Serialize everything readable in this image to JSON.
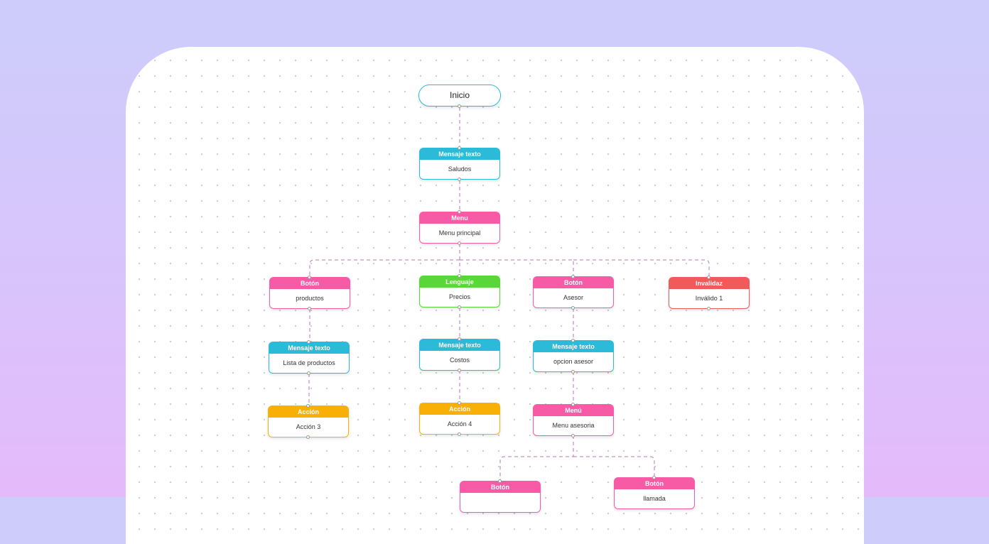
{
  "flow": {
    "start": "Inicio",
    "nodes": [
      {
        "id": "saludos",
        "type": "Mensaje texto",
        "text": "Saludos",
        "color": "#2bbbd8"
      },
      {
        "id": "menu-principal",
        "type": "Menu",
        "text": "Menu principal",
        "color": "#f75ba6"
      },
      {
        "id": "productos",
        "type": "Botón",
        "text": "productos",
        "color": "#f75ba6"
      },
      {
        "id": "precios",
        "type": "Lenguaje",
        "text": "Precios",
        "color": "#5ad63a"
      },
      {
        "id": "asesor",
        "type": "Botón",
        "text": "Asesor",
        "color": "#f75ba6"
      },
      {
        "id": "invalido",
        "type": "Invalidaz",
        "text": "Inválido 1",
        "color": "#f25a5a"
      },
      {
        "id": "lista-productos",
        "type": "Mensaje texto",
        "text": "Lista de productos",
        "color": "#2bbbd8"
      },
      {
        "id": "costos",
        "type": "Mensaje texto",
        "text": "Costos",
        "color": "#2bbbd8"
      },
      {
        "id": "opcion-asesor",
        "type": "Mensaje texto",
        "text": "opcion asesor",
        "color": "#2bbbd8"
      },
      {
        "id": "accion-3",
        "type": "Acción",
        "text": "Acción 3",
        "color": "#f9b006"
      },
      {
        "id": "accion-4",
        "type": "Acción",
        "text": "Acción 4",
        "color": "#f9b006"
      },
      {
        "id": "menu-asesoria",
        "type": "Menú",
        "text": "Menu asesoria",
        "color": "#f75ba6"
      },
      {
        "id": "boton-5",
        "type": "Botón",
        "text": "",
        "color": "#f75ba6"
      },
      {
        "id": "llamada",
        "type": "Botón",
        "text": "llamada",
        "color": "#f75ba6"
      }
    ]
  }
}
